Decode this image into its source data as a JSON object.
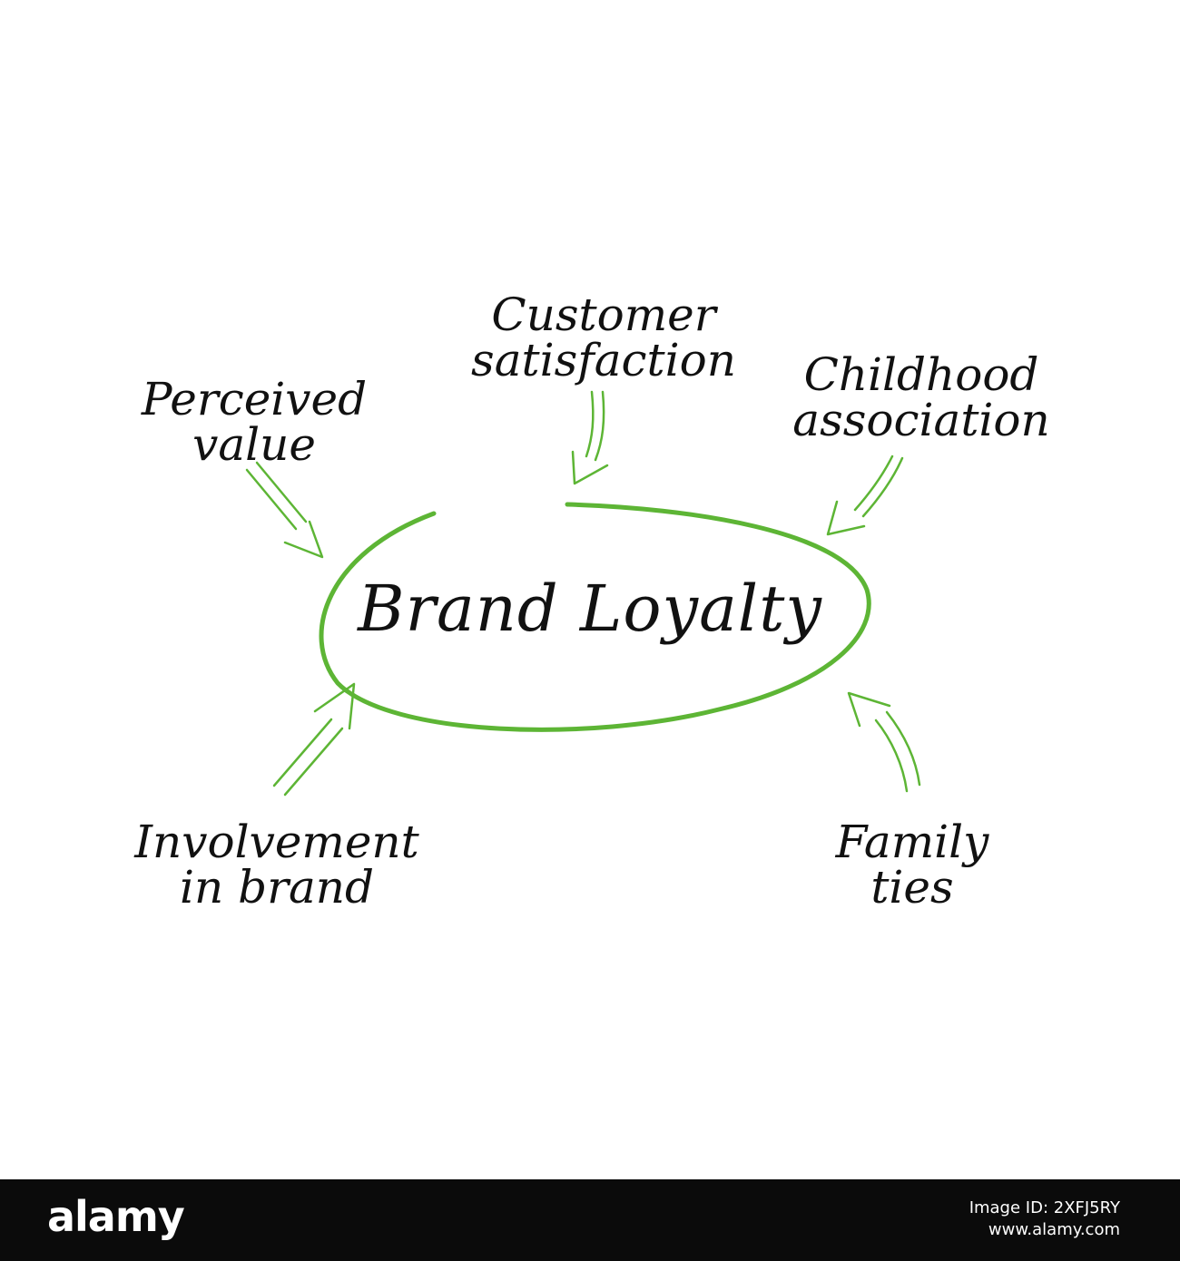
{
  "diagram": {
    "center": "Brand Loyalty",
    "factors": [
      {
        "id": "customer",
        "lines": [
          "Customer",
          "satisfaction"
        ]
      },
      {
        "id": "perceived",
        "lines": [
          "Perceived",
          "value"
        ]
      },
      {
        "id": "childhood",
        "lines": [
          "Childhood",
          "association"
        ]
      },
      {
        "id": "involvement",
        "lines": [
          "Involvement",
          "in brand"
        ]
      },
      {
        "id": "family",
        "lines": [
          "Family",
          "ties"
        ]
      }
    ],
    "accent_color": "#5db535"
  },
  "footer": {
    "brand": "alamy",
    "image_id_label": "Image ID: 2XFJ5RY",
    "site": "www.alamy.com"
  }
}
